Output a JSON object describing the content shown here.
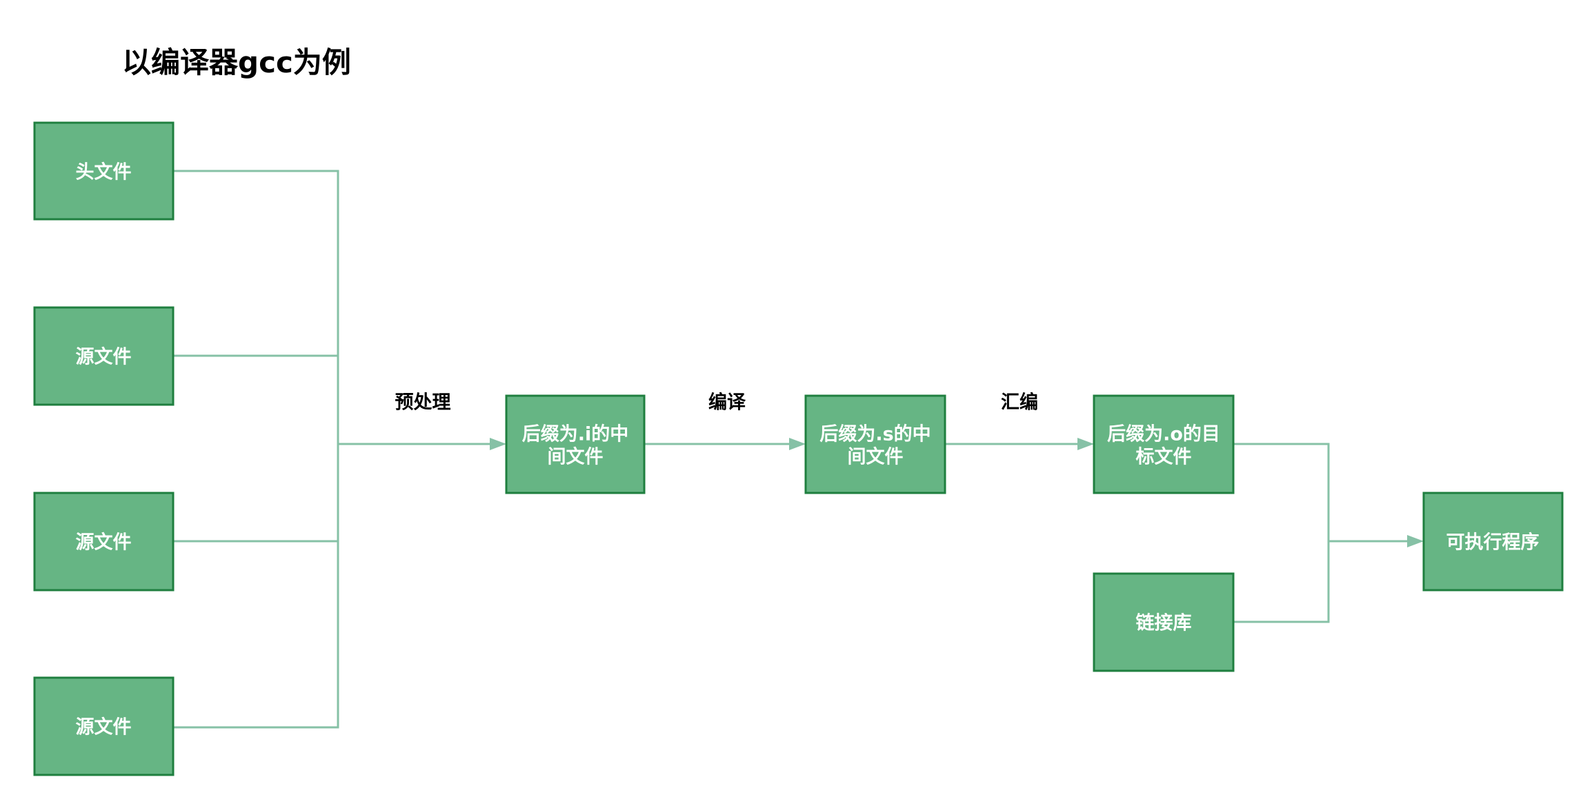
{
  "title": "以编译器gcc为例",
  "nodes": {
    "header_file": {
      "lines": [
        "头文件"
      ]
    },
    "source_file_1": {
      "lines": [
        "源文件"
      ]
    },
    "source_file_2": {
      "lines": [
        "源文件"
      ]
    },
    "source_file_3": {
      "lines": [
        "源文件"
      ]
    },
    "i_file": {
      "lines": [
        "后缀为.i的中",
        "间文件"
      ]
    },
    "s_file": {
      "lines": [
        "后缀为.s的中",
        "间文件"
      ]
    },
    "o_file": {
      "lines": [
        "后缀为.o的目",
        "标文件"
      ]
    },
    "link_lib": {
      "lines": [
        "链接库"
      ]
    },
    "executable": {
      "lines": [
        "可执行程序"
      ]
    }
  },
  "edge_labels": {
    "preprocess": "预处理",
    "compile": "编译",
    "assemble": "汇编"
  },
  "edges": [
    {
      "from": "header_file",
      "to": "i_file"
    },
    {
      "from": "source_file_1",
      "to": "i_file"
    },
    {
      "from": "source_file_2",
      "to": "i_file"
    },
    {
      "from": "source_file_3",
      "to": "i_file",
      "label": "preprocess"
    },
    {
      "from": "i_file",
      "to": "s_file",
      "label": "compile"
    },
    {
      "from": "s_file",
      "to": "o_file",
      "label": "assemble"
    },
    {
      "from": "o_file",
      "to": "executable"
    },
    {
      "from": "link_lib",
      "to": "executable"
    }
  ],
  "colors": {
    "node_fill": "#66b584",
    "node_border": "#1f7f3f",
    "connector": "#86c1a6",
    "text_on_node": "#ffffff",
    "label_text": "#000000"
  }
}
